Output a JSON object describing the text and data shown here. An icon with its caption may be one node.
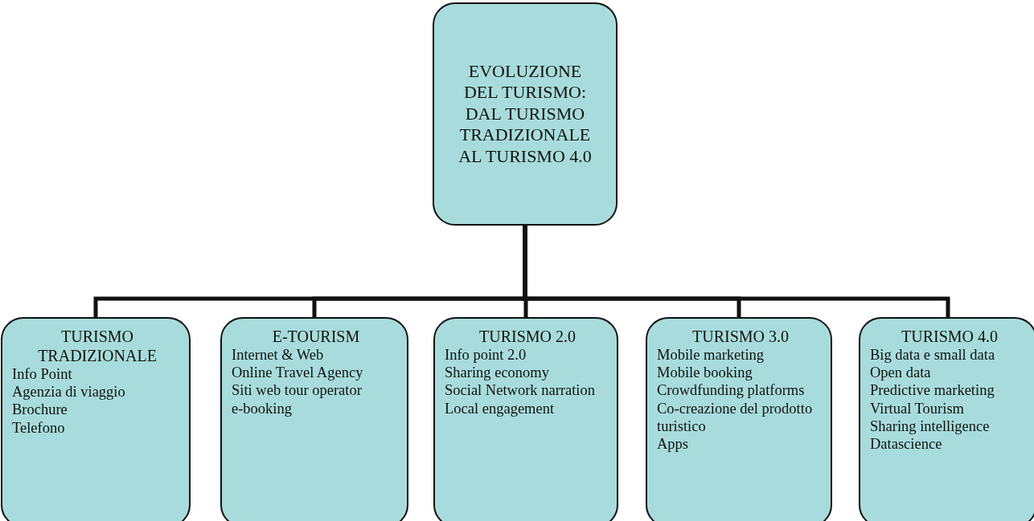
{
  "diagram": {
    "nodes": [
      {
        "text": [
          "EVOLUZIONE DEL TURISMO: DAL TURISMO TRADIZIONALE AL TURISMO 4.0"
        ]
      },
      {
        "text": [
          "TURISMO TRADIZIONALE",
          "Info Point",
          "Agenzia di viaggio",
          "Brochure",
          "Telefono"
        ]
      },
      {
        "text": [
          "E-TOURISM",
          "Internet & Web",
          "Online Travel Agency",
          "Siti web tour operator",
          "e-booking"
        ]
      },
      {
        "text": [
          "TURISMO 2.0",
          "Info point 2.0",
          "Sharing economy",
          "Social Network narration",
          "Local engagement"
        ]
      },
      {
        "text": [
          "TURISMO 3.0",
          "Mobile marketing",
          "Mobile booking",
          "Crowdfunding platforms",
          "Co-creazione del prodotto turistico",
          "Apps"
        ]
      },
      {
        "text": [
          "TURISMO 4.0",
          "Big data e small data",
          "Open data",
          "Predictive marketing",
          "Virtual Tourism",
          "Sharing intelligence",
          "Datascience"
        ]
      }
    ],
    "edges": [
      {
        "from": 0,
        "to": 1,
        "arrow": "none"
      },
      {
        "from": 0,
        "to": 2,
        "arrow": "none"
      },
      {
        "from": 0,
        "to": 3,
        "arrow": "none"
      },
      {
        "from": 0,
        "to": 4,
        "arrow": "none"
      },
      {
        "from": 0,
        "to": 5,
        "arrow": "none"
      }
    ]
  }
}
